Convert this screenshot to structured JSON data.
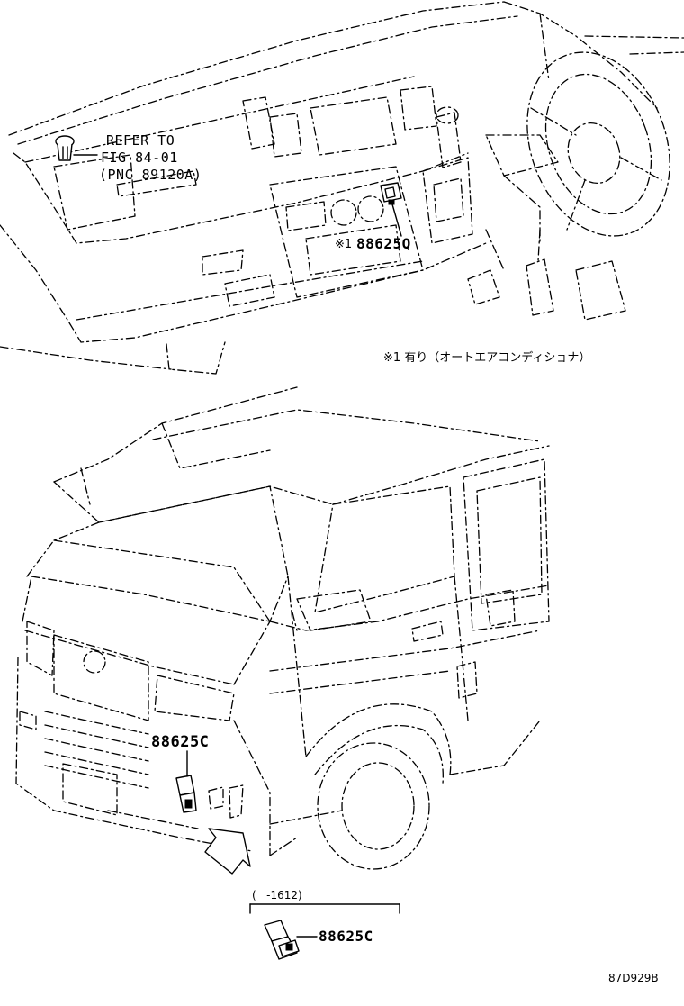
{
  "labels": {
    "refer_line1": "REFER TO",
    "refer_line2": "FIG 84-01",
    "refer_line3": "(PNC 89120A)",
    "part_88625q_prefix": "※1",
    "part_88625q": "88625Q",
    "note_jp": "※1 有り（オートエアコンディショナ）",
    "part_88625c_upper": "88625C",
    "date_range": "(   -1612)",
    "part_88625c_lower": "88625C",
    "figure_code": "87D929B"
  },
  "icons": {
    "clip": "clip-icon",
    "sensor_upper": "ambient-sensor-icon",
    "sensor_front": "bumper-sensor-icon",
    "sensor_lower": "sensor-detail-icon",
    "arrow": "view-arrow-icon"
  }
}
